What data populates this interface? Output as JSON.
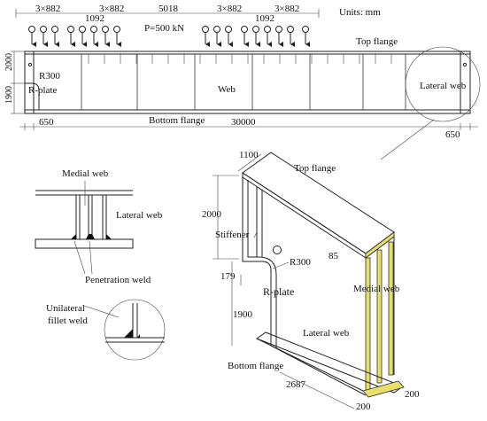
{
  "colors": {
    "line": "#222222",
    "weld": "#e8df6a",
    "background": "#ffffff"
  },
  "elevation": {
    "units": "Units:  mm",
    "load_label": "P=500 kN",
    "spacing_labels": [
      "3×882",
      "3×882",
      "3×882",
      "3×882"
    ],
    "mid_labels": [
      "1092",
      "1092"
    ],
    "center_label": "5018",
    "top_flange": "Top flange",
    "bottom_flange": "Bottom flange",
    "web": "Web",
    "r300": "R300",
    "r_plate": "R-plate",
    "lateral_web": "Lateral web",
    "dim_height": "2000",
    "dim_lower": "1900",
    "dim_left_end": "650",
    "dim_length": "30000",
    "dim_right_end": "650"
  },
  "section": {
    "medial_web": "Medial web",
    "lateral_web": "Lateral web",
    "penetration_weld": "Penetration weld",
    "unilateral": "Unilateral",
    "fillet_weld": "fillet weld"
  },
  "iso": {
    "dim_top": "1100",
    "top_flange": "Top flange",
    "dim_2000": "2000",
    "stiffener": "Stiffener",
    "dim_85": "85",
    "r300": "R300",
    "dim_179": "179",
    "r_plate": "R-plate",
    "medial_web": "Medial web",
    "dim_1900": "1900",
    "lateral_web": "Lateral web",
    "bottom_flange": "Bottom flange",
    "dim_2687": "2687",
    "dim_200a": "200",
    "dim_200b": "200"
  }
}
